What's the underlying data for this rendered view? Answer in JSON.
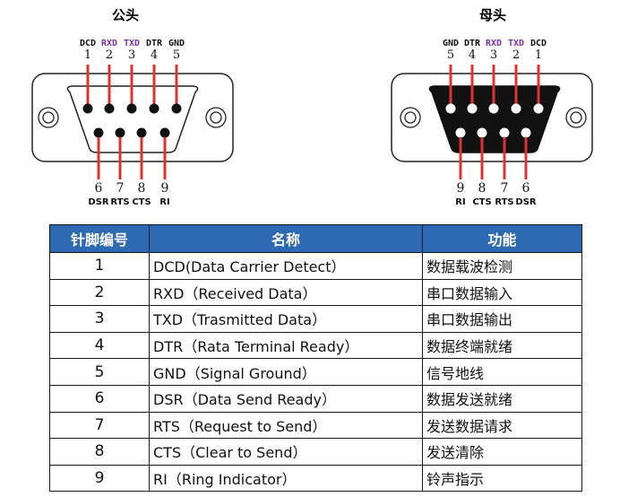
{
  "male": {
    "title": "公头",
    "top_pins": [
      {
        "abbr": "DCD",
        "num": "1",
        "color": "#111111"
      },
      {
        "abbr": "RXD",
        "num": "2",
        "color": "#7b2fb5"
      },
      {
        "abbr": "TXD",
        "num": "3",
        "color": "#7b2fb5"
      },
      {
        "abbr": "DTR",
        "num": "4",
        "color": "#111111"
      },
      {
        "abbr": "GND",
        "num": "5",
        "color": "#111111"
      }
    ],
    "bottom_pins": [
      {
        "abbr": "DSR",
        "num": "6"
      },
      {
        "abbr": "RTS",
        "num": "7"
      },
      {
        "abbr": "CTS",
        "num": "8"
      },
      {
        "abbr": "RI",
        "num": "9"
      }
    ]
  },
  "female": {
    "title": "母头",
    "top_pins": [
      {
        "abbr": "GND",
        "num": "5",
        "color": "#111111"
      },
      {
        "abbr": "DTR",
        "num": "4",
        "color": "#111111"
      },
      {
        "abbr": "RXD",
        "num": "3",
        "color": "#7b2fb5"
      },
      {
        "abbr": "TXD",
        "num": "2",
        "color": "#7b2fb5"
      },
      {
        "abbr": "DCD",
        "num": "1",
        "color": "#111111"
      }
    ],
    "bottom_pins": [
      {
        "abbr": "RI",
        "num": "9"
      },
      {
        "abbr": "CTS",
        "num": "8"
      },
      {
        "abbr": "RTS",
        "num": "7"
      },
      {
        "abbr": "DSR",
        "num": "6"
      }
    ]
  },
  "colors": {
    "pin_line": "#e0312e",
    "header_bg": "#2e69b3",
    "signal_highlight": "#7b2fb5"
  },
  "table": {
    "headers": [
      "针脚编号",
      "名称",
      "功能"
    ],
    "rows": [
      {
        "num": "1",
        "name": "DCD(Data Carrier Detect）",
        "func": "数据载波检测"
      },
      {
        "num": "2",
        "name": "RXD（Received Data）",
        "func": "串口数据输入"
      },
      {
        "num": "3",
        "name": "TXD（Trasmitted Data）",
        "func": "串口数据输出"
      },
      {
        "num": "4",
        "name": "DTR（Rata Terminal Ready）",
        "func": "数据终端就绪"
      },
      {
        "num": "5",
        "name": "GND（Signal Ground）",
        "func": "信号地线"
      },
      {
        "num": "6",
        "name": "DSR（Data Send Ready）",
        "func": "数据发送就绪"
      },
      {
        "num": "7",
        "name": "RTS（Request to Send）",
        "func": "发送数据请求"
      },
      {
        "num": "8",
        "name": "CTS（Clear to Send）",
        "func": "发送清除"
      },
      {
        "num": "9",
        "name": "RI（Ring Indicator）",
        "func": "铃声指示"
      }
    ]
  }
}
